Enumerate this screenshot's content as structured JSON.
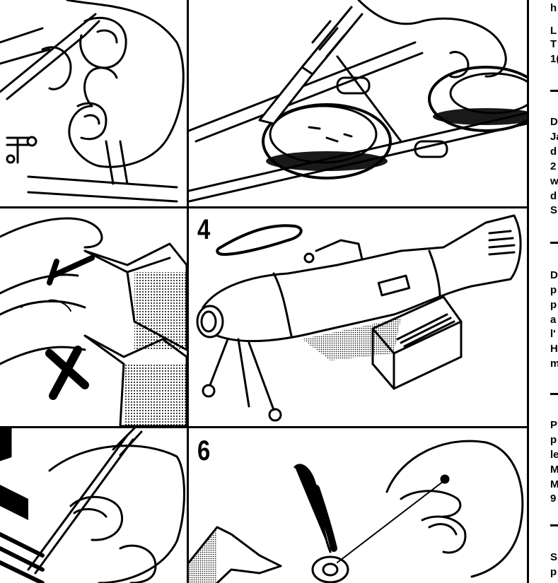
{
  "steps": [
    {
      "id": "step-1",
      "number": ""
    },
    {
      "id": "step-2",
      "number": ""
    },
    {
      "id": "step-3",
      "number": ""
    },
    {
      "id": "step-4",
      "number": "4"
    },
    {
      "id": "step-5",
      "number": ""
    },
    {
      "id": "step-6",
      "number": "6"
    }
  ],
  "text_column": {
    "blocks": [
      {
        "lines": [
          "h",
          "L",
          "T",
          "1("
        ]
      },
      {
        "lines": [
          "D",
          "Ja",
          "d",
          "2",
          "w",
          "d",
          "S"
        ]
      },
      {
        "lines": [
          "D",
          "p",
          "p",
          "a",
          "l'",
          "H",
          "m"
        ]
      },
      {
        "lines": [
          "P",
          "p",
          "le",
          "M",
          "M",
          "9"
        ]
      },
      {
        "lines": [
          "S",
          "p"
        ]
      }
    ]
  }
}
